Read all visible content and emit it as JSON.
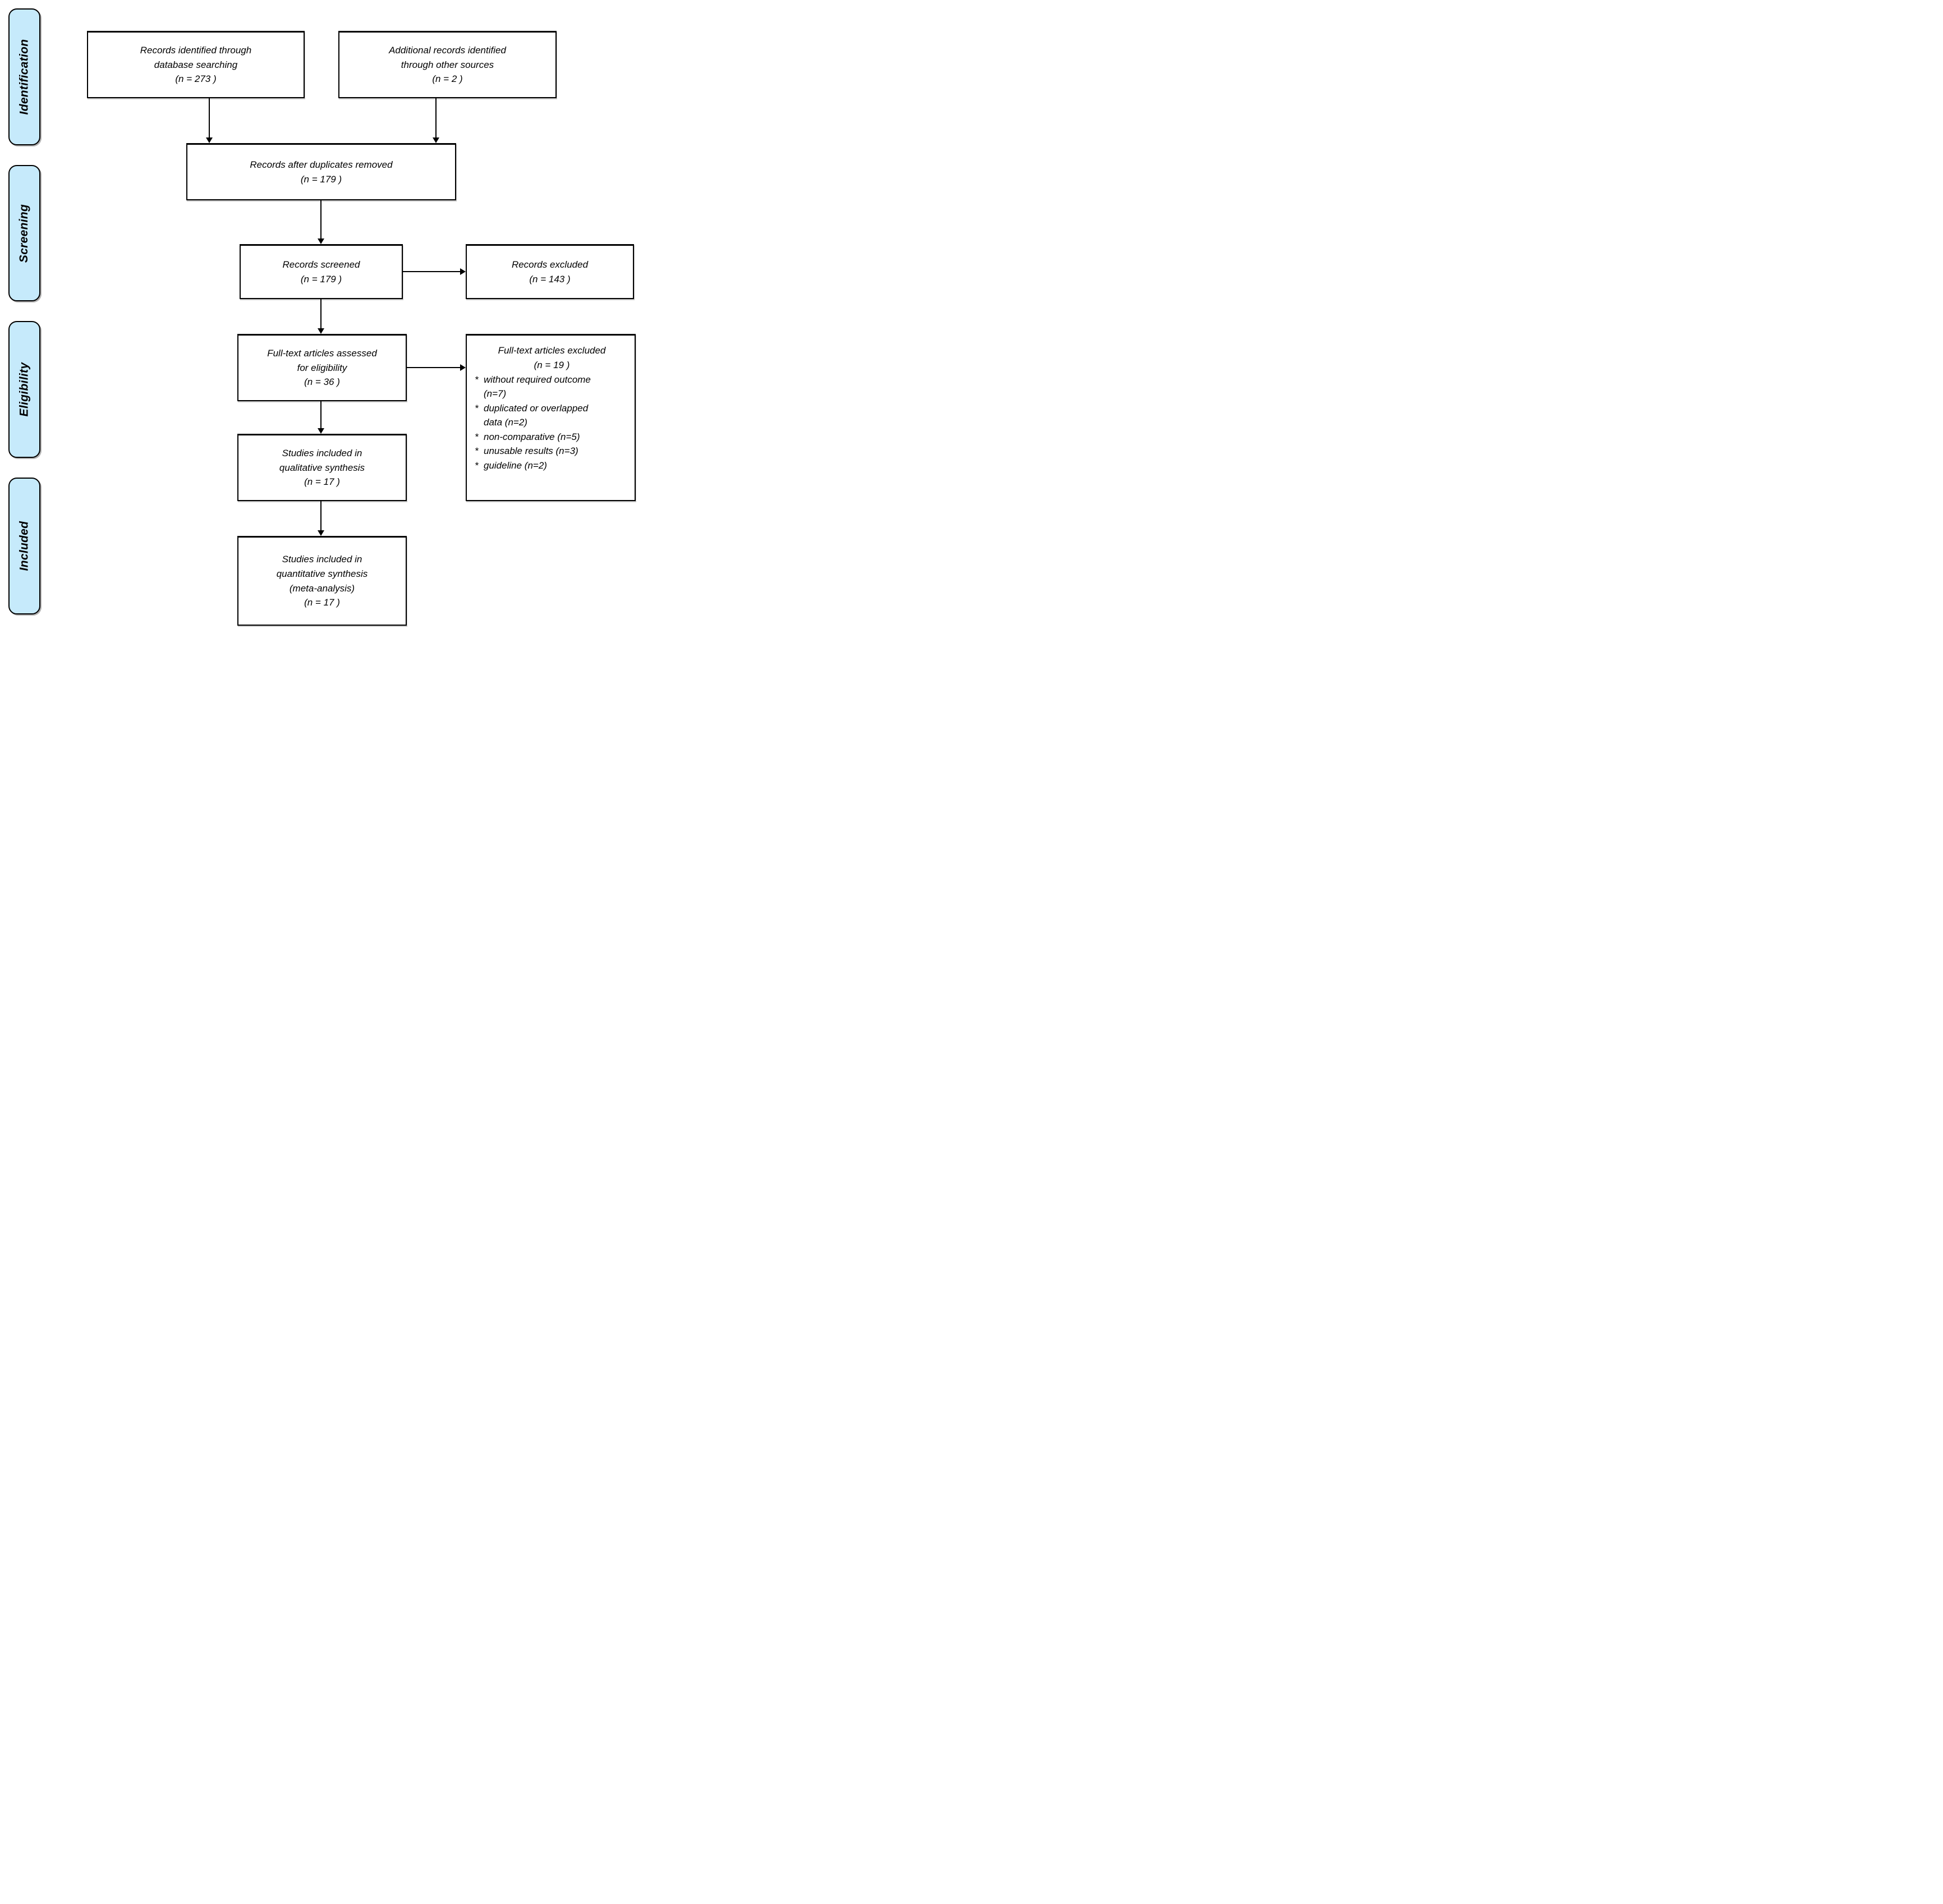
{
  "diagram": {
    "type": "prisma-flow",
    "colors": {
      "stage_fill": "#c6eafb",
      "box_fill": "#ffffff",
      "line_color": "#000000"
    },
    "stages": [
      {
        "label": "Identification"
      },
      {
        "label": "Screening"
      },
      {
        "label": "Eligibility"
      },
      {
        "label": "Included"
      }
    ],
    "boxes": {
      "identified": {
        "lines": [
          "Records identified through",
          "database searching",
          "(n = 273 )"
        ]
      },
      "additional": {
        "lines": [
          "Additional records identified",
          "through other sources",
          "(n = 2  )"
        ]
      },
      "deduped": {
        "lines": [
          "Records after duplicates removed",
          "(n = 179 )"
        ]
      },
      "screened": {
        "lines": [
          "Records screened",
          "(n = 179  )"
        ]
      },
      "excluded": {
        "lines": [
          "Records excluded",
          "(n = 143 )"
        ]
      },
      "fulltext": {
        "lines": [
          "Full-text articles assessed",
          "for eligibility",
          "(n = 36 )"
        ]
      },
      "fulltext_excluded": {
        "title_lines": [
          "Full-text articles excluded",
          "(n = 19 )"
        ],
        "bullet": "*",
        "reasons": [
          "without required outcome (n=7)",
          "duplicated or overlapped data (n=2)",
          "non-comparative (n=5)",
          "unusable results (n=3)",
          "guideline (n=2)"
        ]
      },
      "qualitative": {
        "lines": [
          "Studies included in",
          "qualitative synthesis",
          "(n = 17 )"
        ]
      },
      "quantitative": {
        "lines": [
          "Studies included in",
          "quantitative synthesis",
          "(meta-analysis)",
          "(n = 17 )"
        ]
      }
    }
  }
}
